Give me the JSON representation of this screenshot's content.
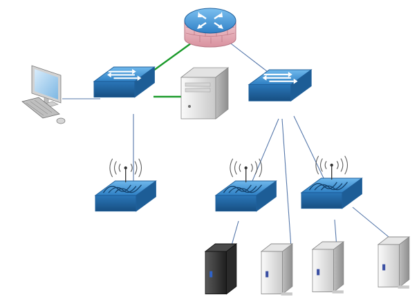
{
  "diagram": {
    "nodes": [
      {
        "id": "router",
        "kind": "router-firewall",
        "icon": "router-firewall-icon"
      },
      {
        "id": "switch-left",
        "kind": "switch",
        "icon": "switch-icon"
      },
      {
        "id": "switch-right",
        "kind": "switch",
        "icon": "switch-icon"
      },
      {
        "id": "workstation",
        "kind": "desktop-computer",
        "icon": "workstation-icon"
      },
      {
        "id": "server",
        "kind": "server-tower",
        "icon": "server-icon"
      },
      {
        "id": "ap-left",
        "kind": "wireless-access-point",
        "icon": "wireless-access-point-icon"
      },
      {
        "id": "ap-middle",
        "kind": "wireless-access-point",
        "icon": "wireless-access-point-icon"
      },
      {
        "id": "ap-right",
        "kind": "wireless-access-point",
        "icon": "wireless-access-point-icon"
      },
      {
        "id": "device-black",
        "kind": "tower-device",
        "icon": "tower-device-icon"
      },
      {
        "id": "device-white-1",
        "kind": "tower-device",
        "icon": "tower-device-icon"
      },
      {
        "id": "device-white-2",
        "kind": "tower-device",
        "icon": "tower-device-icon"
      },
      {
        "id": "device-white-3",
        "kind": "tower-device",
        "icon": "tower-device-icon"
      }
    ],
    "links": [
      {
        "from": "router",
        "to": "switch-left",
        "color": "#1a9a2a"
      },
      {
        "from": "router",
        "to": "switch-right",
        "color": "#5577aa"
      },
      {
        "from": "switch-left",
        "to": "workstation",
        "color": "#5577aa"
      },
      {
        "from": "switch-left",
        "to": "server",
        "color": "#1a9a2a"
      },
      {
        "from": "switch-left",
        "to": "ap-left",
        "color": "#5577aa"
      },
      {
        "from": "switch-right",
        "to": "ap-middle",
        "color": "#5577aa"
      },
      {
        "from": "switch-right",
        "to": "ap-right",
        "color": "#5577aa"
      },
      {
        "from": "switch-right",
        "to": "device-white-1",
        "color": "#5577aa"
      },
      {
        "from": "ap-middle",
        "to": "device-black",
        "color": "#5577aa"
      },
      {
        "from": "ap-right",
        "to": "device-white-2",
        "color": "#5577aa"
      },
      {
        "from": "ap-right",
        "to": "device-white-3",
        "color": "#5577aa"
      }
    ]
  },
  "colors": {
    "device_blue": "#3b8fd0",
    "device_blue_dark": "#1f5f9a",
    "router_pink": "#e8b7c0",
    "link_green": "#1a9a2a",
    "link_blue": "#5577aa"
  }
}
